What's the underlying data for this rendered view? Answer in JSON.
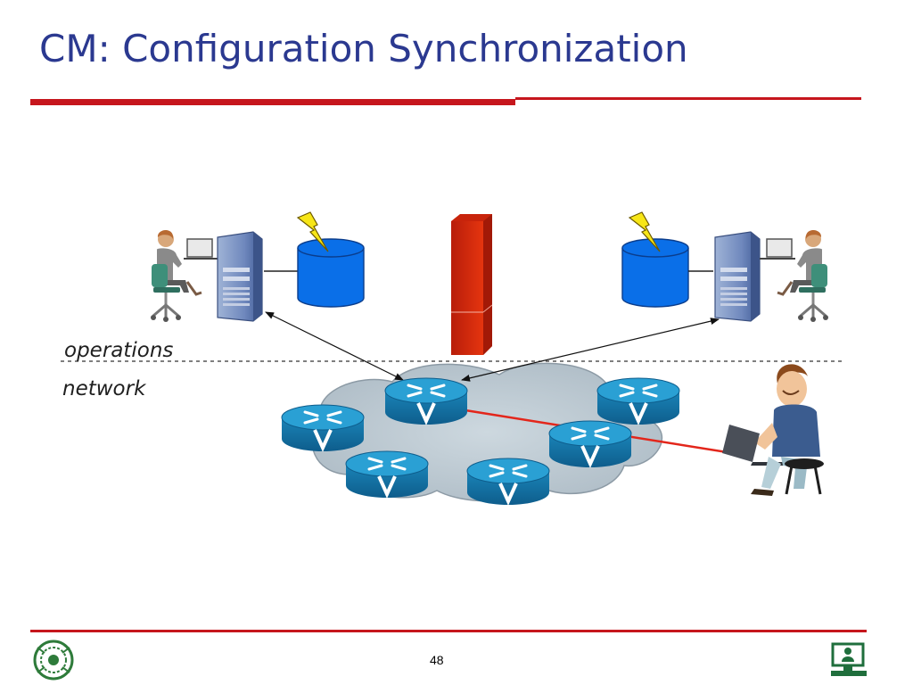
{
  "slide": {
    "title": "CM: Configuration Synchronization",
    "page_number": "48"
  },
  "diagram": {
    "labels": {
      "operations": "operations",
      "network": "network"
    }
  },
  "colors": {
    "title": "#2b3990",
    "rule": "#c6161d",
    "database": "#0a6fe8",
    "firewall": "#d3260e",
    "router": "#1a84b8",
    "cloud": "#b9c6cf",
    "config_link": "#e3261b"
  },
  "icons": {
    "operator_left": "seated-operator-icon",
    "operator_right": "seated-operator-icon",
    "server": "server-tower-icon",
    "database": "database-icon",
    "lightning": "lightning-bolt-icon",
    "firewall": "firewall-icon",
    "router": "router-icon",
    "admin": "admin-with-laptop-icon",
    "logo_left": "university-seal-icon",
    "logo_right": "computer-user-logo-icon"
  }
}
